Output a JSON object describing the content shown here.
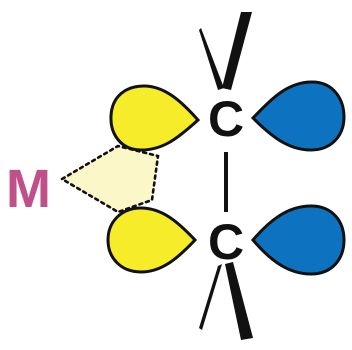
{
  "diagram": {
    "metal_label": "M",
    "upper_carbon_label": "C",
    "lower_carbon_label": "C",
    "colors": {
      "metal": "#c0508a",
      "filled_lobe": "#f7ec2a",
      "empty_lobe": "#0d72bf",
      "interaction_region": "#fbf7c8",
      "outline": "#111111",
      "bond": "#111111"
    }
  }
}
